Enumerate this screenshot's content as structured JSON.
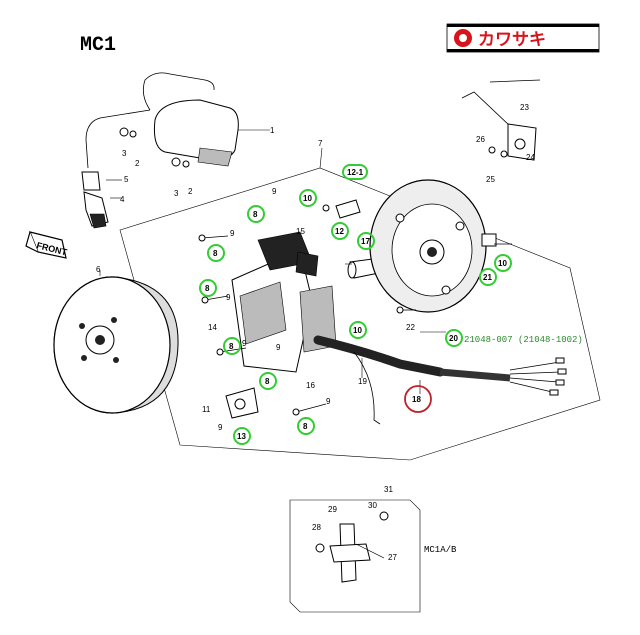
{
  "model": "MC1",
  "brand": {
    "text": "カワサキ",
    "accent_color": "#d8131b"
  },
  "front_label": "FRONT",
  "sub_assembly_label": "MC1A/B",
  "part_number_text": "21048-007 (21048-1002)",
  "highlight_color": "#33cc33",
  "callout_color": "#c0202a",
  "labels": {
    "l1": "1",
    "l2a": "2",
    "l2b": "2",
    "l3a": "3",
    "l3b": "3",
    "l4": "4",
    "l5": "5",
    "l6": "6",
    "l7": "7",
    "l8a": "8",
    "l8b": "8",
    "l8c": "8",
    "l8d": "8",
    "l8e": "8",
    "l9a": "9",
    "l9b": "9",
    "l9c": "9",
    "l9d": "9",
    "l9e": "9",
    "l9f": "9",
    "l9g": "9",
    "l10a": "10",
    "l10b": "10",
    "l10c": "10",
    "l11": "11",
    "l12": "12",
    "l12_1": "12-1",
    "l13": "13",
    "l14": "14",
    "l15": "15",
    "l16": "16",
    "l17": "17",
    "l18": "18",
    "l19": "19",
    "l20": "20",
    "l21": "21",
    "l22": "22",
    "l23": "23",
    "l24": "24",
    "l25": "25",
    "l26": "26",
    "l27": "27",
    "l28": "28",
    "l29": "29",
    "l30": "30",
    "l31": "31"
  }
}
